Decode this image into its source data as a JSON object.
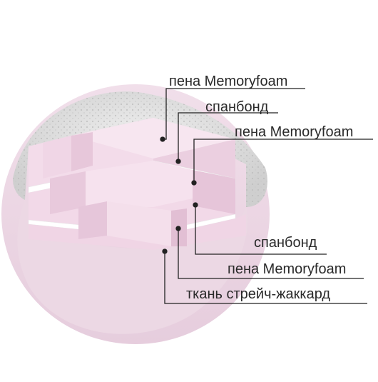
{
  "callouts": [
    {
      "id": "top-memoryfoam",
      "text": "пена Memoryfoam"
    },
    {
      "id": "top-spanbond",
      "text": "спанбонд"
    },
    {
      "id": "mid-memoryfoam",
      "text": "пена Memoryfoam"
    },
    {
      "id": "low-spanbond",
      "text": "спанбонд"
    },
    {
      "id": "low-memoryfoam",
      "text": "пена Memoryfoam"
    },
    {
      "id": "cover-fabric",
      "text": "ткань стрейч-жаккард"
    }
  ],
  "colors": {
    "foam": "#f3dcea",
    "foam_shade": "#e9c9dc",
    "foam_dark": "#d9b3ca",
    "cover": "#dcdcdc",
    "cover_bottom": "#eddbe7",
    "spanbond": "#ffffff",
    "line": "#222222"
  }
}
